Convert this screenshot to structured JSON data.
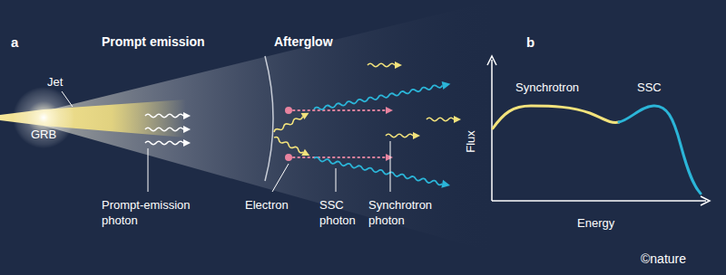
{
  "diagram": {
    "nodes": [
      {
        "text": [
          "GRB"
        ]
      }
    ],
    "labels": [
      "a",
      "Prompt emission",
      "Afterglow",
      "b",
      "Jet",
      "Prompt-emission photon",
      "Electron",
      "SSC photon",
      "Synchrotron photon",
      "Synchrotron",
      "SSC",
      "Flux",
      "Energy",
      "©nature"
    ]
  }
}
